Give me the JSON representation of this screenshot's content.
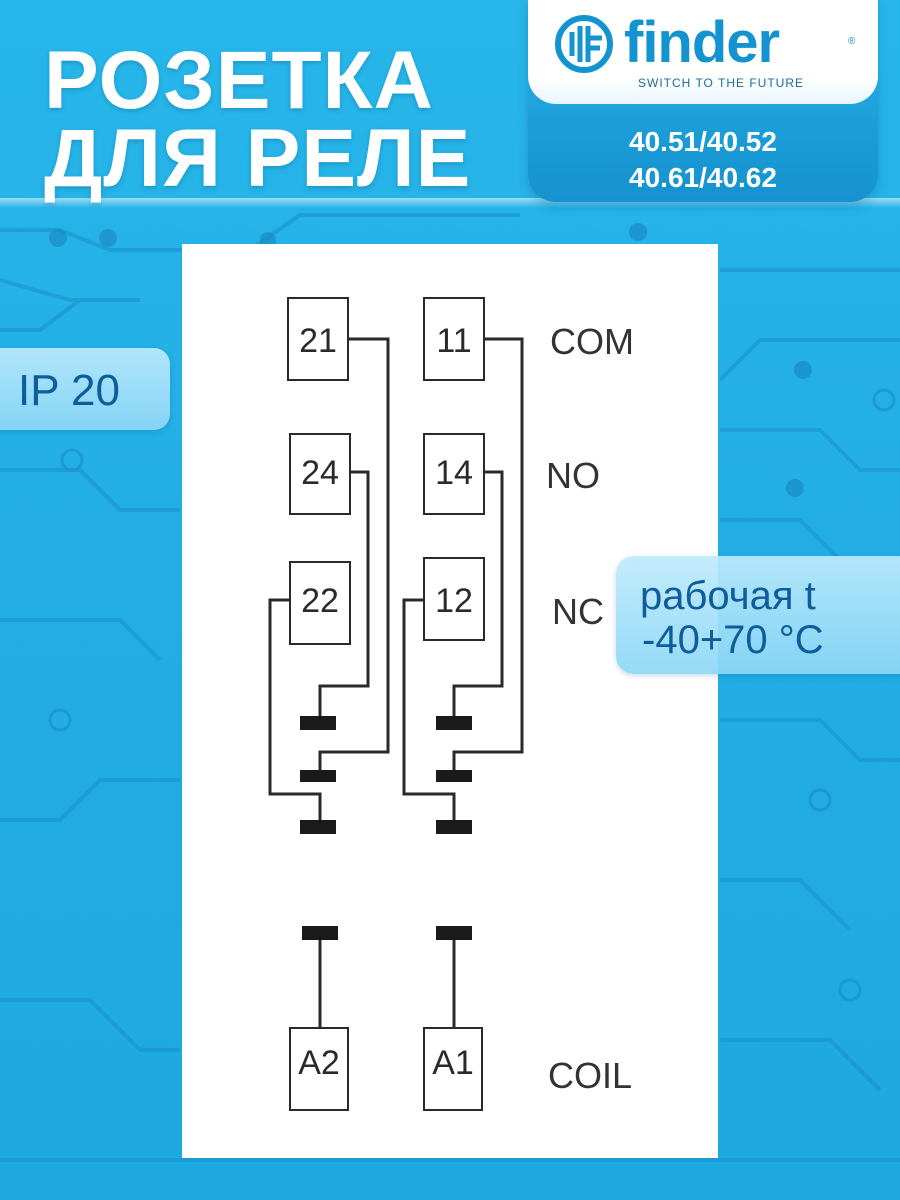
{
  "header": {
    "title_line_1": "РОЗЕТКА",
    "title_line_2": "ДЛЯ РЕЛЕ"
  },
  "brand": {
    "name": "finder",
    "reg_mark": "®",
    "slogan": "SWITCH TO THE FUTURE",
    "models": [
      "40.51/40.52",
      "40.61/40.62"
    ]
  },
  "badges": {
    "ip": "IP 20",
    "temp_line_1": "рабочая t",
    "temp_line_2": "-40+70 °C"
  },
  "diagram": {
    "terminals": {
      "t21": "21",
      "t11": "11",
      "t24": "24",
      "t14": "14",
      "t22": "22",
      "t12": "12",
      "a2": "A2",
      "a1": "A1"
    },
    "labels": {
      "com": "COM",
      "no": "NO",
      "nc": "NC",
      "coil": "COIL"
    }
  },
  "colors": {
    "background": "#22aee4",
    "brand_blue": "#1393d0",
    "pill_text": "#0d5d9a",
    "diagram_ink": "#2a2a2a"
  }
}
